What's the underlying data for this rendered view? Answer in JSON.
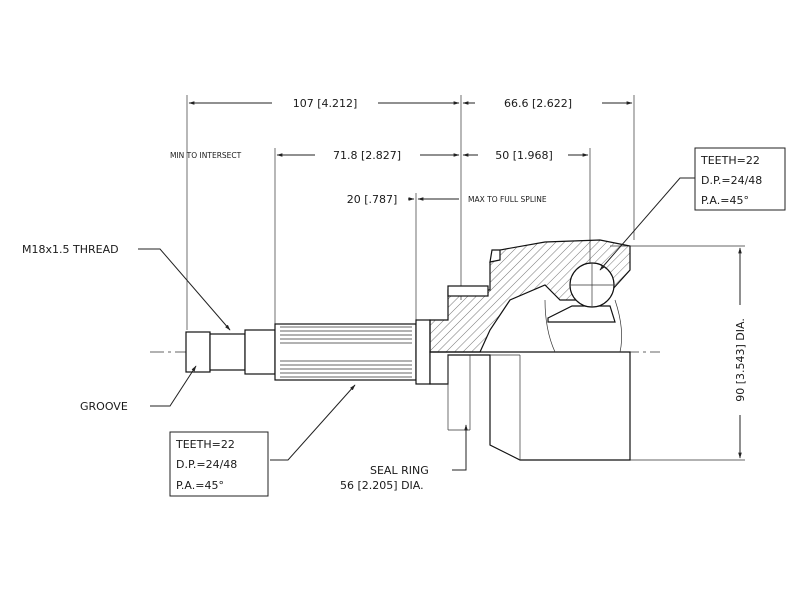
{
  "dims": {
    "overall_left": "107 [4.212]",
    "overall_right": "66.6 [2.622]",
    "min_to_intersect": "MIN TO INTERSECT",
    "spline_len": "71.8 [2.827]",
    "right_len": "50 [1.968]",
    "short_len": "20 [.787]",
    "max_to_full_spline": "MAX TO FULL SPLINE",
    "dia": "90 [3.543] DIA."
  },
  "labels": {
    "thread": "M18x1.5 THREAD",
    "groove": "GROOVE",
    "seal_ring": "SEAL RING",
    "seal_ring_dia": "56 [2.205] DIA."
  },
  "spec_top": {
    "teeth": "TEETH=22",
    "dp": "D.P.=24/48",
    "pa": "P.A.=45°"
  },
  "spec_bottom": {
    "teeth": "TEETH=22",
    "dp": "D.P.=24/48",
    "pa": "P.A.=45°"
  },
  "colors": {
    "line": "#222222",
    "hatch": "#555555",
    "background": "#ffffff"
  }
}
